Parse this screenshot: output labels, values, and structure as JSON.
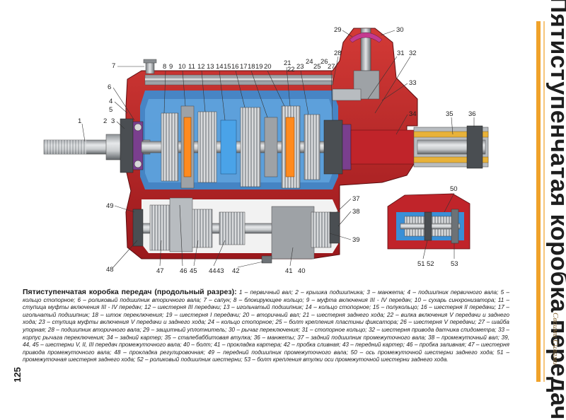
{
  "side_title": "Пятиступенчатая коробка передач",
  "page_number": "125",
  "series_logo": "Своими Силами",
  "caption": {
    "title": "Пятиступенчатая коробка передач (продольный разрез):",
    "body": " 1 – первичный вал; 2 – крышка подшипника; 3 – манжета; 4 – подшипник первичного вала; 5 – кольцо стопорное; 6 – роликовый подшипник вторичного вала; 7 – сапун; 8 – блокирующее кольцо; 9 – муфта включения III - IV передач; 10 – сухарь синхронизатора; 11 – ступица муфты включения III - IV передач; 12 – шестерня III передачи; 13 – игольчатый подшипник; 14 – кольцо стопорное; 15 – полукольцо; 16 – шестерня II передачи; 17 – игольчатый подшипник; 18 – шток переключения; 19 – шестерня I передачи; 20 – вторичный вал; 21 – шестерня заднего хода; 22 – вилка включения V передачи и заднего хода; 23 – ступица муфты включения V передачи и заднего хода; 24 – кольцо стопорное; 25 – болт крепления пластины фиксатора; 26 – шестерня V передачи; 27 – шайба упорная; 28 – подшипник вторичного вала; 29 – защитный уплотнитель; 30 – рычаг переключения; 31 – стопорное кольцо; 32 – шестерня привода датчика спидометра; 33 – корпус рычага переключения; 34 – задний картер; 35 – сталебаббитовая втулка; 36 – манжеты; 37 – задний подшипник промежуточного вала; 38 – промежуточный вал; 39, 44, 45 – шестерни V, II, III передач промежуточного вала; 40 – болт; 41 – прокладка картера; 42 – пробка сливная; 43 – передний картер; 46 – пробка заливная; 47 – шестерня привода промежуточного вала; 48 – прокладка регулировочная; 49 – передний подшипник промежуточного вала; 50 – ось промежуточной шестерни заднего хода; 51 – промежуточная шестерня заднего хода; 52 – роликовый подшипник шестерни; 53 – болт крепления втулки оси промежуточной шестерни заднего хода."
  },
  "callouts": {
    "n1": "1",
    "n2": "2",
    "n3": "3",
    "n4": "4",
    "n5": "5",
    "n6": "6",
    "n7": "7",
    "n8": "8",
    "n9": "9",
    "n10": "10",
    "n11": "11",
    "n12": "12",
    "n13": "13",
    "n14": "14",
    "n15": "15",
    "n16": "16",
    "n17": "17",
    "n18": "18",
    "n19": "19",
    "n20": "20",
    "n21": "21",
    "n22": "22",
    "n23": "23",
    "n24": "24",
    "n25": "25",
    "n26": "26",
    "n27": "27",
    "n28": "28",
    "n29": "29",
    "n30": "30",
    "n31": "31",
    "n32": "32",
    "n33": "33",
    "n34": "34",
    "n35": "35",
    "n36": "36",
    "n37": "37",
    "n38": "38",
    "n39": "39",
    "n40": "40",
    "n41": "41",
    "n42": "42",
    "n43": "43",
    "n44": "44",
    "n45": "45",
    "n46": "46",
    "n47": "47",
    "n48": "48",
    "n49": "49",
    "n50": "50",
    "n51": "51",
    "n52": "52",
    "n53": "53"
  },
  "colors": {
    "housing_red": "#c0242a",
    "housing_dark_red": "#8e1418",
    "oil_blue": "#3a8fd6",
    "light_blue": "#6fb6ec",
    "steel": "#b8bcc0",
    "steel_dark": "#6d7276",
    "accent_orange": "#f0a22a"
  }
}
